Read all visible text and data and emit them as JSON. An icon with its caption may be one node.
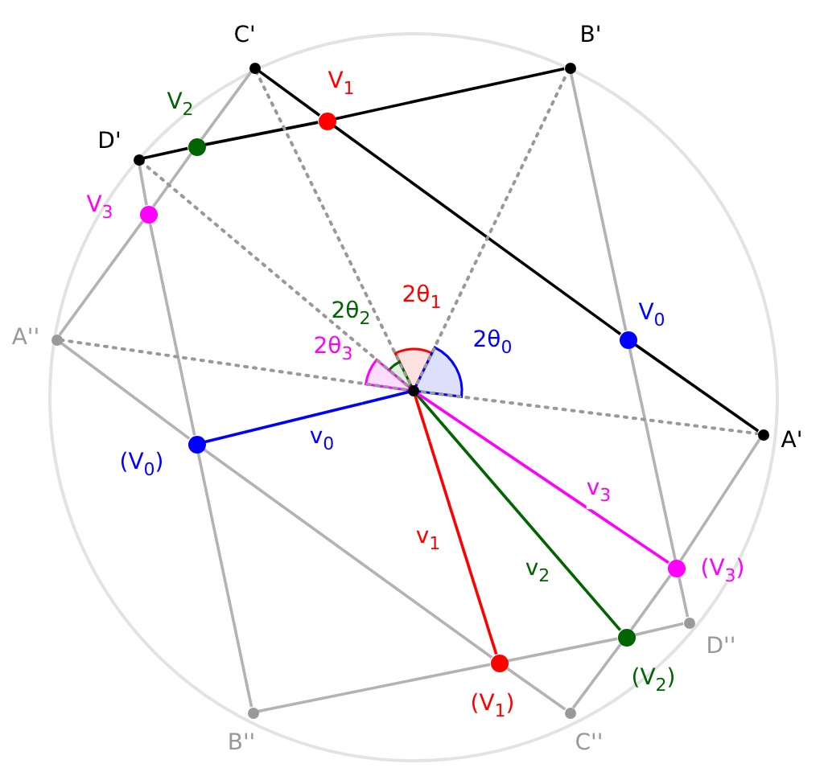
{
  "diagram": {
    "nodes": [
      {
        "text": [],
        "shape": "circle",
        "beside": [
          "C'"
        ]
      },
      {
        "text": [],
        "shape": "circle",
        "beside": [
          "B'"
        ]
      },
      {
        "text": [],
        "shape": "circle",
        "beside": [
          "V$_{1}$"
        ]
      },
      {
        "text": [],
        "shape": "circle",
        "beside": [
          "V$_{2}$"
        ]
      },
      {
        "text": [],
        "shape": "circle",
        "beside": [
          "D'"
        ]
      },
      {
        "text": [],
        "shape": "circle",
        "beside": [
          "V$_{3}$"
        ]
      },
      {
        "text": [],
        "shape": "circle",
        "beside": [
          "A''"
        ]
      },
      {
        "text": [],
        "shape": "circle"
      },
      {
        "text": [],
        "shape": "circle",
        "beside": [
          "V$_{0}$"
        ]
      },
      {
        "text": [],
        "shape": "circle",
        "beside": [
          "A'"
        ]
      },
      {
        "text": [],
        "shape": "circle",
        "beside": [
          "(V$_{0}$)"
        ]
      },
      {
        "text": [],
        "shape": "circle",
        "beside": [
          "(V$_{3}$)"
        ]
      },
      {
        "text": [],
        "shape": "circle",
        "beside": [
          "D''"
        ]
      },
      {
        "text": [],
        "shape": "circle",
        "beside": [
          "(V$_{2}$)"
        ]
      },
      {
        "text": [],
        "shape": "circle",
        "beside": [
          "(V$_{1}$)"
        ]
      },
      {
        "text": [],
        "shape": "circle",
        "beside": [
          "B''"
        ]
      },
      {
        "text": [],
        "shape": "circle",
        "beside": [
          "C''"
        ]
      }
    ],
    "edges": [
      {
        "from": 4,
        "to": 3,
        "arrow": "none",
        "color": "#000000"
      },
      {
        "from": 3,
        "to": 2,
        "arrow": "none",
        "color": "#000000"
      },
      {
        "from": 2,
        "to": 1,
        "arrow": "none",
        "color": "#000000"
      },
      {
        "from": 0,
        "to": 2,
        "arrow": "none",
        "color": "#000000"
      },
      {
        "from": 2,
        "to": 8,
        "arrow": "none",
        "color": "#000000"
      },
      {
        "from": 8,
        "to": 9,
        "arrow": "none",
        "color": "#000000"
      },
      {
        "from": 0,
        "to": 3,
        "arrow": "none"
      },
      {
        "from": 3,
        "to": 5,
        "arrow": "none"
      },
      {
        "from": 5,
        "to": 6,
        "arrow": "none"
      },
      {
        "from": 1,
        "to": 8,
        "arrow": "none"
      },
      {
        "from": 8,
        "to": 12,
        "arrow": "none"
      },
      {
        "from": 4,
        "to": 5,
        "arrow": "none"
      },
      {
        "from": 5,
        "to": 10,
        "arrow": "none"
      },
      {
        "from": 10,
        "to": 15,
        "arrow": "none"
      },
      {
        "from": 6,
        "to": 10,
        "arrow": "none"
      },
      {
        "from": 10,
        "to": 14,
        "arrow": "none"
      },
      {
        "from": 14,
        "to": 16,
        "arrow": "none"
      },
      {
        "from": 15,
        "to": 14,
        "arrow": "none"
      },
      {
        "from": 14,
        "to": 13,
        "arrow": "none"
      },
      {
        "from": 13,
        "to": 12,
        "arrow": "none"
      },
      {
        "from": 9,
        "to": 11,
        "arrow": "none"
      },
      {
        "from": 11,
        "to": 13,
        "arrow": "none"
      },
      {
        "from": 13,
        "to": 16,
        "arrow": "none"
      },
      {
        "from": 7,
        "to": 0,
        "arrow": "none",
        "style": "dashed",
        "color": "#999999"
      },
      {
        "from": 7,
        "to": 1,
        "arrow": "none",
        "style": "dashed",
        "color": "#999999"
      },
      {
        "from": 7,
        "to": 4,
        "arrow": "none",
        "style": "dashed",
        "color": "#999999"
      },
      {
        "from": 7,
        "to": 6,
        "arrow": "none",
        "style": "dashed",
        "color": "#999999"
      },
      {
        "from": 7,
        "to": 9,
        "arrow": "none",
        "style": "dashed",
        "color": "#999999"
      },
      {
        "from": 7,
        "to": 10,
        "label": "v$_{0}$",
        "arrow": "none",
        "color": "#0000ff"
      },
      {
        "from": 7,
        "to": 14,
        "label": "v$_{1}$",
        "arrow": "none",
        "color": "#ff0000"
      },
      {
        "from": 7,
        "to": 13,
        "label": "v$_{2}$",
        "arrow": "none",
        "color": "#006400"
      },
      {
        "from": 7,
        "to": 11,
        "label": "v$_{3}$",
        "arrow": "none",
        "color": "#ff00ff"
      }
    ],
    "labels": [
      "2θ$_{1}$",
      "2θ$_{2}$",
      "2θ$_{0}$",
      "2θ$_{3}$"
    ]
  }
}
